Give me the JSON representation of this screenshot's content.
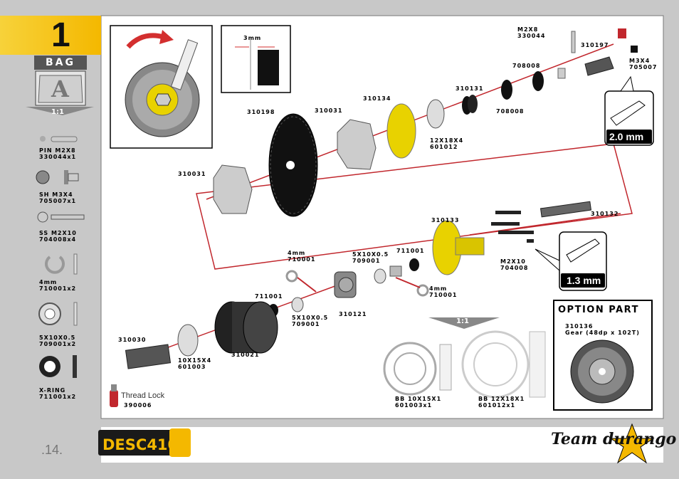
{
  "step": {
    "number": "1",
    "bag_label": "BAG",
    "bag_letter": "A",
    "scale_label": "1:1"
  },
  "parts_list": [
    {
      "name": "PIN M2X8",
      "code": "330044x1"
    },
    {
      "name": "SH M3X4",
      "code": "705007x1"
    },
    {
      "name": "SS M2X10",
      "code": "704008x4"
    },
    {
      "name": "4mm",
      "code": "710001x2"
    },
    {
      "name": "5X10X0.5",
      "code": "709001x2"
    },
    {
      "name": "X-RING",
      "code": "711001x2"
    }
  ],
  "detail": {
    "measure": "3mm"
  },
  "parts_labels": {
    "p310198": "310198",
    "p310031_top": "310031",
    "p310031_left": "310031",
    "p310134": "310134",
    "p601012": "12X18X4\n601012",
    "p310131": "310131",
    "p708008_a": "708008",
    "p708008_b": "708008",
    "p330044": "M2X8\n330044",
    "p310197": "310197",
    "p705007": "M3X4\n705007",
    "p310133": "310133",
    "p310132": "310132",
    "p704008": "M2X10\n704008",
    "p711001_top": "711001",
    "p709001_top": "5X10X0.5\n709001",
    "p710001_top": "4mm\n710001",
    "p710001_bot": "4mm\n710001",
    "p711001_bot": "711001",
    "p709001_bot": "5X10X0.5\n709001",
    "p310121": "310121",
    "p310030": "310030",
    "p601003": "10X15X4\n601003",
    "p310021": "310021",
    "bb1": "BB 10X15X1\n601003x1",
    "bb2": "BB 12X18X1\n601012x1"
  },
  "tools": {
    "hex_large": "2.0 mm",
    "hex_small": "1.3 mm"
  },
  "thread_lock": {
    "label": "Thread Lock",
    "code": "390006"
  },
  "bearing_scale": "1:1",
  "option": {
    "title": "OPTION PART",
    "code": "310136",
    "desc": "Gear (48dp x 102T)"
  },
  "footer": {
    "page": ".14.",
    "product_logo": "DESC410R",
    "brand_logo": "Team durango"
  },
  "colors": {
    "frame": "#c8c8c8",
    "accent": "#f4c20d",
    "red_line": "#c1272d",
    "gold": "#e8d200"
  }
}
